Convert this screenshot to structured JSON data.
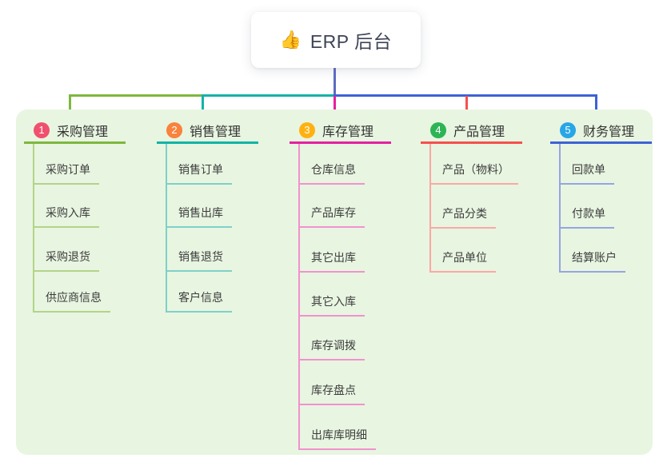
{
  "root": {
    "icon": "👍",
    "label": "ERP 后台"
  },
  "connector_colors": {
    "root_line": "#5c6bc0",
    "branch_1_line": "#7fb73f",
    "branch_2_line": "#12b3a6",
    "branch_3_line": "#e321a0",
    "branch_4_line": "#f5504e",
    "branch_5_line": "#3e61d5"
  },
  "panel_background": "#e8f5e1",
  "branches": [
    {
      "index": "1",
      "title": "采购管理",
      "badge_color": "#f0506e",
      "line_color": "#7fb73f",
      "light_line_color": "#b2d488",
      "items": [
        "采购订单",
        "采购入库",
        "采购退货",
        "供应商信息"
      ]
    },
    {
      "index": "2",
      "title": "销售管理",
      "badge_color": "#f9823c",
      "line_color": "#12b3a6",
      "light_line_color": "#7fd0c8",
      "items": [
        "销售订单",
        "销售出库",
        "销售退货",
        "客户信息"
      ]
    },
    {
      "index": "3",
      "title": "库存管理",
      "badge_color": "#ffb111",
      "line_color": "#e321a0",
      "light_line_color": "#f291cf",
      "items": [
        "仓库信息",
        "产品库存",
        "其它出库",
        "其它入库",
        "库存调拨",
        "库存盘点",
        "出库库明细"
      ]
    },
    {
      "index": "4",
      "title": "产品管理",
      "badge_color": "#2eb454",
      "line_color": "#f5504e",
      "light_line_color": "#fba8a4",
      "items": [
        "产品（物料）",
        "产品分类",
        "产品单位"
      ]
    },
    {
      "index": "5",
      "title": "财务管理",
      "badge_color": "#27a6e8",
      "line_color": "#3e61d5",
      "light_line_color": "#93a6e0",
      "items": [
        "回款单",
        "付款单",
        "结算账户"
      ]
    }
  ]
}
